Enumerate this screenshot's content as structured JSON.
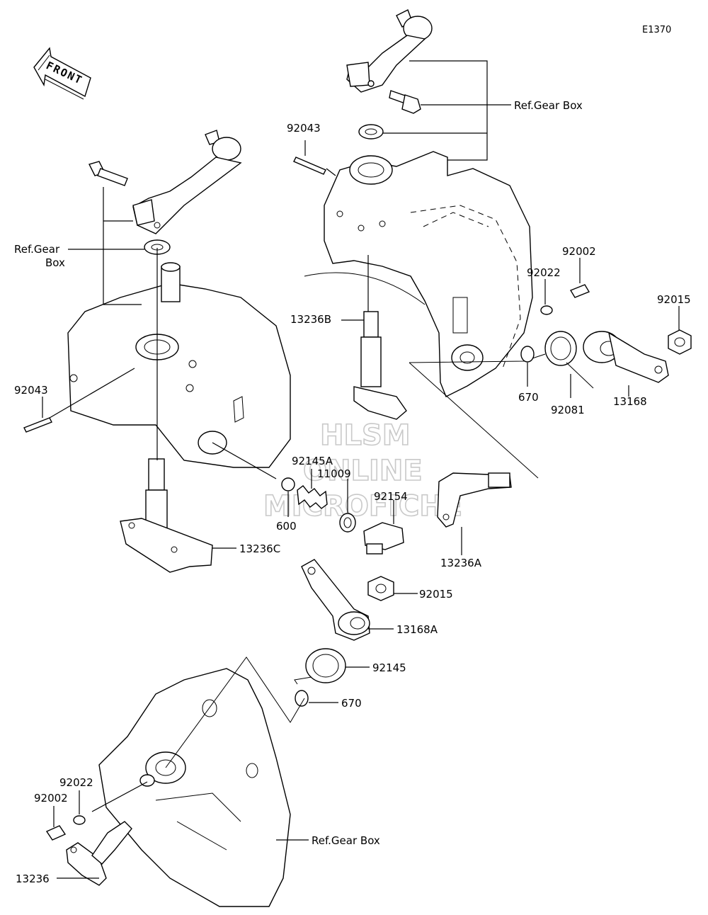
{
  "diagram_code": "E1370",
  "front_arrow_label": "FRONT",
  "watermark": {
    "line1": "HLSM",
    "line2": "ONLINE",
    "line3": "MICROFICHE"
  },
  "references": {
    "gear_box_top": "Ref.Gear Box",
    "gear_box_left_line1": "Ref.Gear",
    "gear_box_left_line2": "Box",
    "gear_box_bottom": "Ref.Gear Box"
  },
  "parts": {
    "p92043_top": "92043",
    "p92043_left": "92043",
    "p92002_right": "92002",
    "p92022_right": "92022",
    "p92015_right": "92015",
    "p13236B": "13236B",
    "p670_right": "670",
    "p92081": "92081",
    "p13168": "13168",
    "p92145A": "92145A",
    "p11009": "11009",
    "p92154": "92154",
    "p600": "600",
    "p13236A": "13236A",
    "p13236C": "13236C",
    "p92015_mid": "92015",
    "p13168A": "13168A",
    "p92145": "92145",
    "p670_mid": "670",
    "p92022_bottom": "92022",
    "p92002_bottom": "92002",
    "p13236": "13236"
  }
}
